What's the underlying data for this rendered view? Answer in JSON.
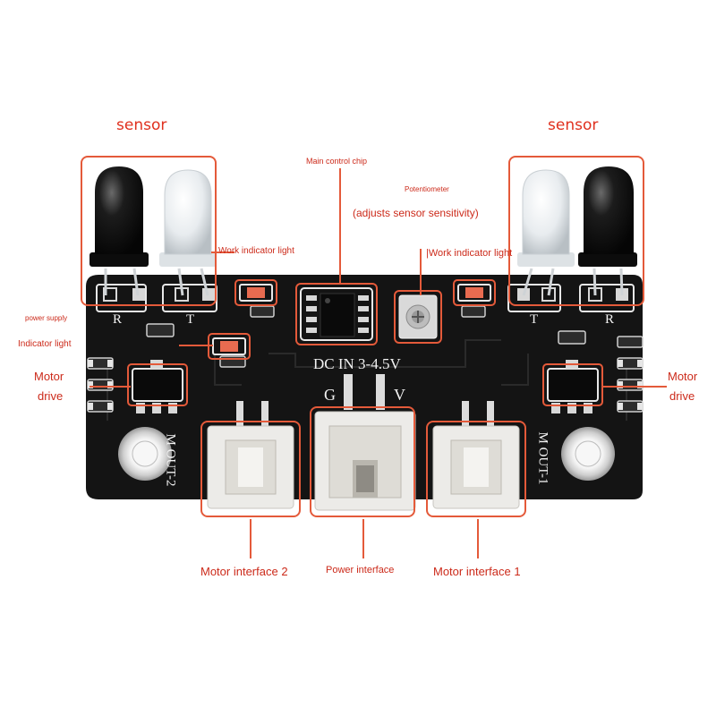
{
  "labels": {
    "sensor_left": "sensor",
    "sensor_right": "sensor",
    "main_chip": "Main control chip",
    "potentiometer": "Potentiometer",
    "pot_note": "(adjusts sensor sensitivity)",
    "work_light_left": "Work indicator light",
    "work_light_right": "|Work indicator light",
    "power_supply": "power supply",
    "indicator_light": "Indicator light",
    "motor_drive_left_1": "Motor",
    "motor_drive_left_2": "drive",
    "motor_drive_right_1": "Motor",
    "motor_drive_right_2": "drive",
    "motor_interface_2": "Motor interface 2",
    "power_interface": "Power interface",
    "motor_interface_1": "Motor interface 1"
  },
  "silkscreen": {
    "dc_in": "DC IN 3-4.5V",
    "g": "G",
    "v": "V",
    "r_left": "R",
    "t_left": "T",
    "t_right": "T",
    "r_right": "R",
    "m_out_2": "M OUT-2",
    "m_out_1": "M OUT-1"
  },
  "colors": {
    "accent": "#e45a3a",
    "label_text": "#e0301e",
    "board": "#141414"
  }
}
